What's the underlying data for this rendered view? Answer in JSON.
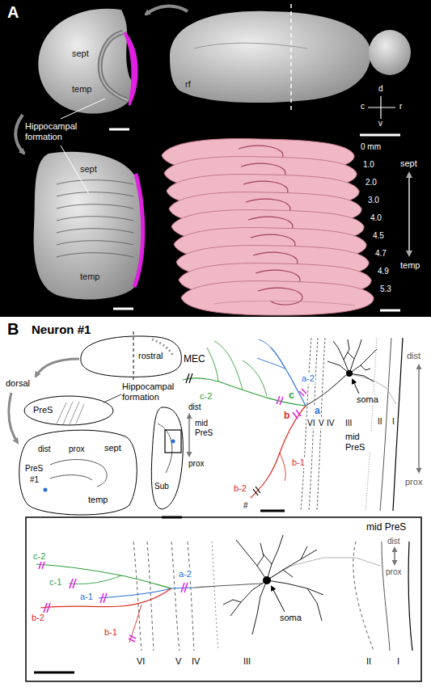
{
  "diagram": {
    "labels": [
      "A",
      "sept",
      "temp",
      "Hippocampal formation",
      "rf",
      "d",
      "c",
      "r",
      "v",
      "sept",
      "temp",
      "0 mm",
      "1.0",
      "2.0",
      "3.0",
      "4.0",
      "4.5",
      "4.7",
      "4.9",
      "5.3",
      "sept",
      "temp",
      "B",
      "Neuron #1",
      "rostral",
      "dorsal",
      "PreS",
      "Hippocampal formation",
      "dist",
      "prox",
      "PreS",
      "#1",
      "sept",
      "temp",
      "MEC",
      "c-2",
      "a-2",
      "c",
      "b",
      "a",
      "VI",
      "V",
      "IV",
      "III",
      "mid PreS",
      "soma",
      "b-1",
      "b-2",
      "#",
      "II",
      "I",
      "dist",
      "prox",
      "dist",
      "mid PreS",
      "Sub",
      "prox",
      "mid PreS",
      "dist",
      "prox",
      "c-2",
      "c-1",
      "a-2",
      "soma",
      "b-2",
      "a-1",
      "b-1",
      "VI",
      "V",
      "IV",
      "III",
      "II",
      "I"
    ]
  }
}
